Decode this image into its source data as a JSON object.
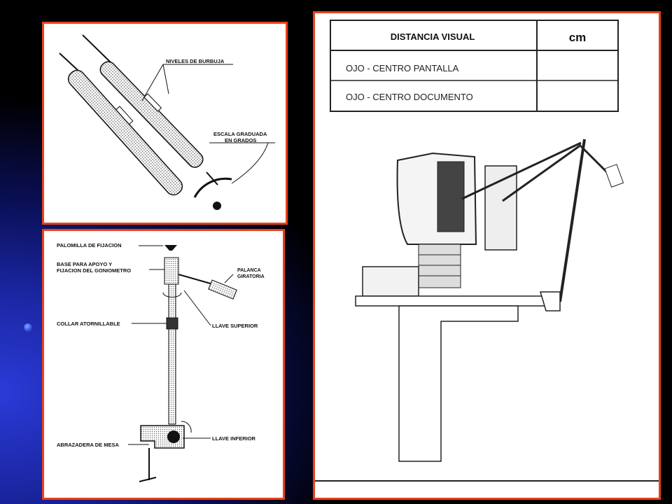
{
  "bubble_panel": {
    "label_bubble_levels": "NIVELES DE BURBUJA",
    "label_scale_line1": "ESCALA GRADUADA",
    "label_scale_line2": "EN GRADOS"
  },
  "stand_panel": {
    "label_wing_nut": "PALOMILLA DE FIJACION",
    "label_base_line1": "BASE PARA APOYO Y",
    "label_base_line2": "FIJACION DEL GONIOMETRO",
    "label_lever_line1": "PALANCA",
    "label_lever_line2": "GIRATORIA",
    "label_collar": "COLLAR ATORNILLABLE",
    "label_upper_key": "LLAVE SUPERIOR",
    "label_lower_key": "LLAVE INFERIOR",
    "label_clamp": "ABRAZADERA DE MESA"
  },
  "distance_table": {
    "header_label": "DISTANCIA VISUAL",
    "header_unit": "cm",
    "rows": [
      {
        "label": "OJO - CENTRO PANTALLA",
        "value": ""
      },
      {
        "label": "OJO - CENTRO DOCUMENTO",
        "value": ""
      }
    ]
  },
  "colors": {
    "panel_border": "#e8421c",
    "background": "#000000",
    "accent_blue": "#2b3bd8"
  }
}
